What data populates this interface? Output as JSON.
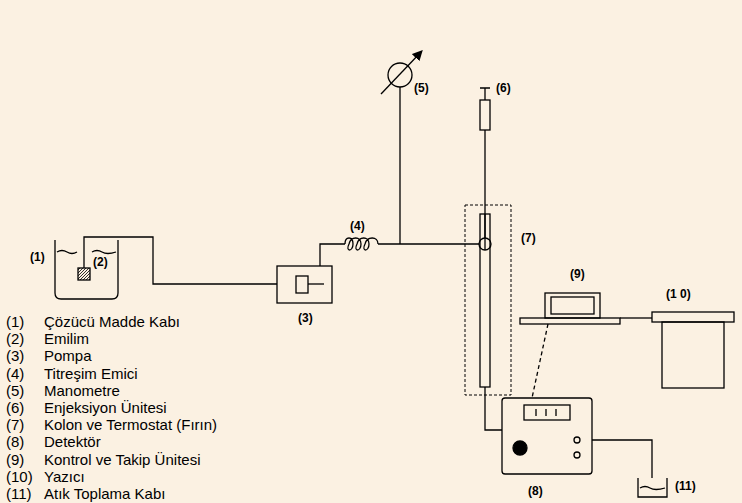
{
  "diagram": {
    "labels": [
      "(1)",
      "(2)",
      "(3)",
      "(4)",
      "(5)",
      "(6)",
      "(7)",
      "(8)",
      "(9)",
      "(1 0)",
      "(11)",
      "(1)",
      "Çözücü Madde Kabı",
      "(2)",
      "Emilim",
      "(3)",
      "Pompa",
      "(4)",
      "Titreşim Emici",
      "(5)",
      "Manometre",
      "(6)",
      "Enjeksiyon Ünitesi",
      "(7)",
      "Kolon ve Termostat (Fırın)",
      "(8)",
      "Detektör",
      "(9)",
      "Kontrol ve Takip Ünitesi",
      "(10)",
      "Yazıcı",
      "(11)",
      "Atık Toplama Kabı"
    ]
  }
}
